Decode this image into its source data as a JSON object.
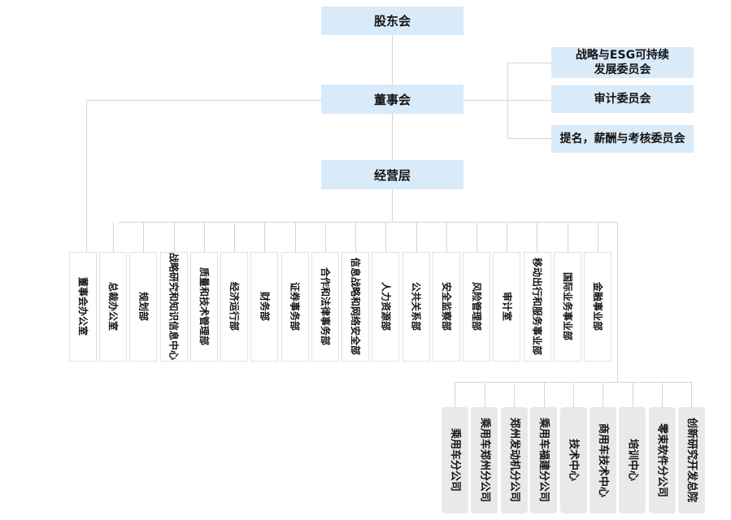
{
  "nodes": {
    "shareholders": "股东会",
    "board": "董事会",
    "management": "经营层"
  },
  "committees": {
    "items": [
      {
        "label": "战略与ESG可持续\n发展委员会"
      },
      {
        "label": "审计委员会"
      },
      {
        "label": "提名，薪酬与考核委员会"
      }
    ]
  },
  "departments": {
    "items": [
      {
        "label": "董事会办公室"
      },
      {
        "label": "总裁办公室"
      },
      {
        "label": "规划部"
      },
      {
        "label": "战略研究和知识信息中心"
      },
      {
        "label": "质量和技术管理部"
      },
      {
        "label": "经济运行部"
      },
      {
        "label": "财务部"
      },
      {
        "label": "证券事务部"
      },
      {
        "label": "合作和法律事务部"
      },
      {
        "label": "信息战略和网络安全部"
      },
      {
        "label": "人力资源部"
      },
      {
        "label": "公共关系部"
      },
      {
        "label": "安全监察部"
      },
      {
        "label": "风险管理部"
      },
      {
        "label": "审计室"
      },
      {
        "label": "移动出行和服务事业部"
      },
      {
        "label": "国际业务事业部"
      },
      {
        "label": "金融事业部"
      }
    ]
  },
  "subsidiaries": {
    "items": [
      {
        "label": "乘用车分公司"
      },
      {
        "label": "乘用车郑州分公司"
      },
      {
        "label": "郑州发动机分公司"
      },
      {
        "label": "乘用车福建分公司"
      },
      {
        "label": "技术中心"
      },
      {
        "label": "商用车技术中心"
      },
      {
        "label": "培训中心"
      },
      {
        "label": "零束软件分公司"
      },
      {
        "label": "创新研究开发总院"
      }
    ]
  },
  "colors": {
    "node_blue": "#d9eaf8",
    "node_gray": "#e9e9e9",
    "node_white_border": "#e2e2e2",
    "line": "#d4d4d4",
    "text": "#141414"
  }
}
